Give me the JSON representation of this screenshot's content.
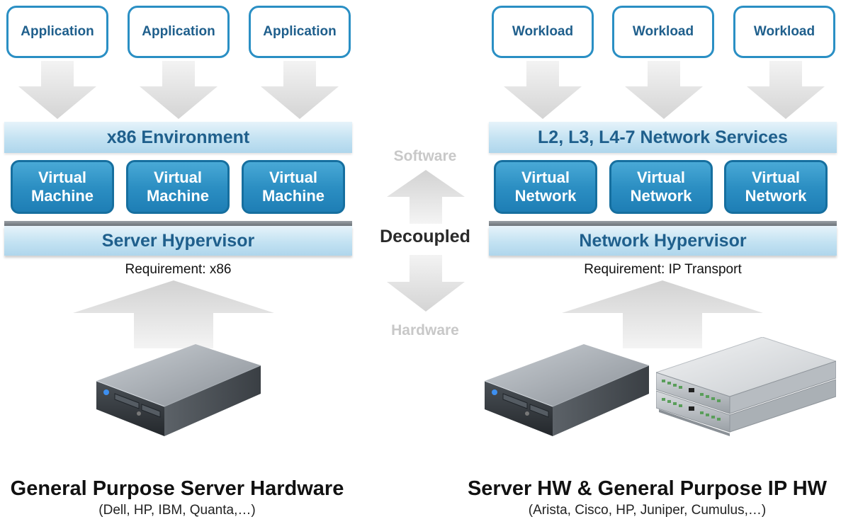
{
  "left": {
    "top_boxes": [
      "Application",
      "Application",
      "Application"
    ],
    "environment_label": "x86 Environment",
    "virtual_boxes": [
      {
        "line1": "Virtual",
        "line2": "Machine"
      },
      {
        "line1": "Virtual",
        "line2": "Machine"
      },
      {
        "line1": "Virtual",
        "line2": "Machine"
      }
    ],
    "hypervisor_label": "Server Hypervisor",
    "requirement": "Requirement: x86",
    "hardware_title": "General Purpose Server Hardware",
    "hardware_vendors": "(Dell, HP, IBM, Quanta,…)"
  },
  "middle": {
    "software": "Software",
    "decoupled": "Decoupled",
    "hardware": "Hardware"
  },
  "right": {
    "top_boxes": [
      "Workload",
      "Workload",
      "Workload"
    ],
    "services_label": "L2, L3, L4-7 Network Services",
    "virtual_boxes": [
      {
        "line1": "Virtual",
        "line2": "Network"
      },
      {
        "line1": "Virtual",
        "line2": "Network"
      },
      {
        "line1": "Virtual",
        "line2": "Network"
      }
    ],
    "hypervisor_label": "Network Hypervisor",
    "requirement": "Requirement: IP Transport",
    "hardware_title": "Server HW & General Purpose IP HW",
    "hardware_vendors": "(Arista, Cisco, HP, Juniper, Cumulus,…)"
  },
  "colors": {
    "box_border": "#2a8fc4",
    "label_text": "#1f5f8c",
    "virtual_fill": "#2c8fc3",
    "arrow_gray": "#d9d9d9"
  },
  "icons": {
    "down_arrow": "down-arrow-icon",
    "up_arrow": "up-arrow-icon",
    "server": "server-icon",
    "network_switch": "network-switch-icon"
  }
}
